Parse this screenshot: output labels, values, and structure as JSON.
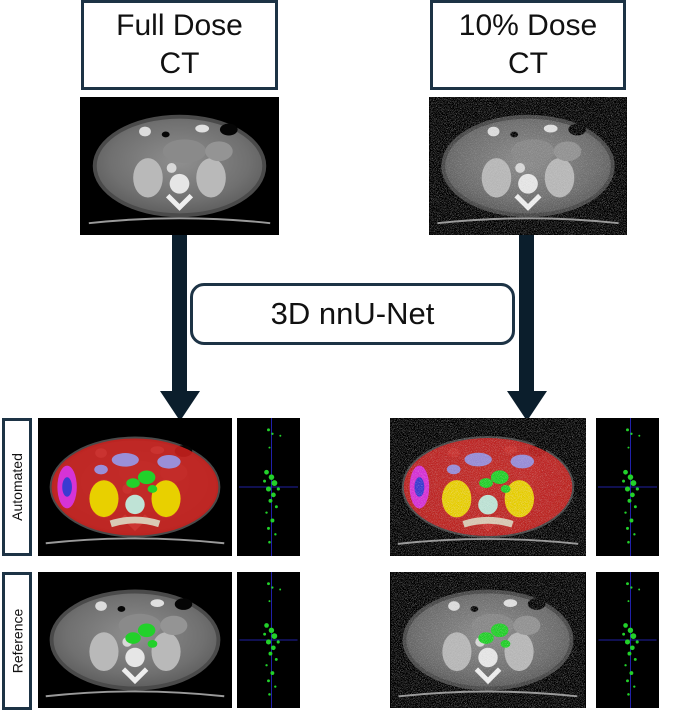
{
  "headers": {
    "full_dose_line1": "Full Dose",
    "full_dose_line2": "CT",
    "low_dose_line1": "10% Dose",
    "low_dose_line2": "CT"
  },
  "model_label": "3D nnU-Net",
  "row_labels": {
    "automated": "Automated",
    "reference": "Reference"
  },
  "colors": {
    "frame_border": "#1d3345",
    "arrow": "#0b1e2c",
    "body_overlay": "#c8201d",
    "kidney": "#e8d000",
    "bowel": "#9a8fd8",
    "lesion_green": "#22d12a",
    "muscle_magenta": "#d633d6",
    "bone_overlay": "#d9c9b5"
  }
}
